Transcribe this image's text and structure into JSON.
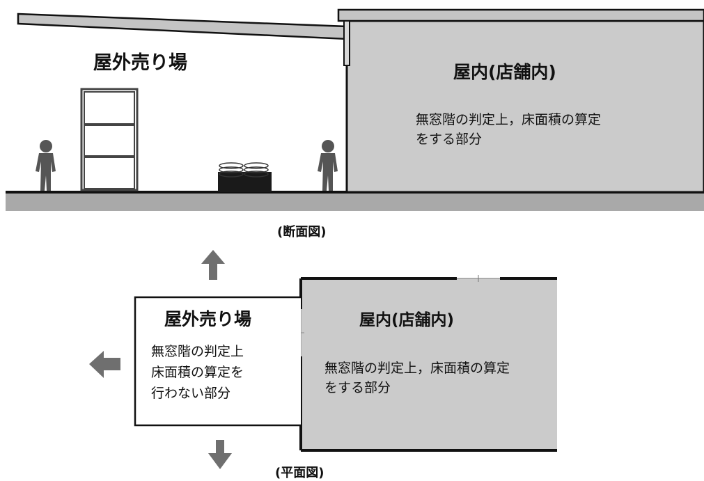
{
  "section_view": {
    "outdoor_label": "屋外売り場",
    "indoor_label": "屋内(店舗内)",
    "indoor_desc_line1": "無窓階の判定上，床面積の算定",
    "indoor_desc_line2": "をする部分",
    "caption": "(断面図)"
  },
  "plan_view": {
    "outdoor_label": "屋外売り場",
    "outdoor_desc_line1": "無窓階の判定上",
    "outdoor_desc_line2": "床面積の算定を",
    "outdoor_desc_line3": "行わない部分",
    "indoor_label": "屋内(店舗内)",
    "indoor_desc_line1": "無窓階の判定上，床面積の算定",
    "indoor_desc_line2": "をする部分",
    "caption": "(平面図)"
  },
  "colors": {
    "indoor_fill": "#cbcbcb",
    "ground_fill": "#a9a9a9",
    "arrow_fill": "#6f6f6f",
    "person_fill": "#555555",
    "line": "#111111"
  }
}
